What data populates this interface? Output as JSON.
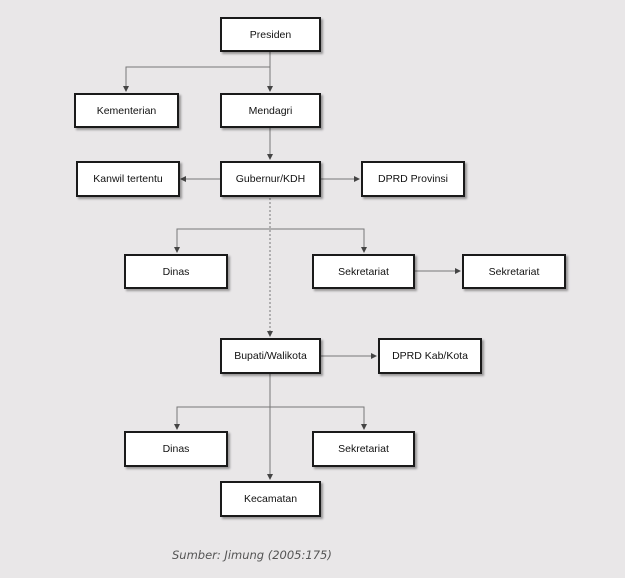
{
  "nodes": {
    "presiden": "Presiden",
    "kementerian": "Kementerian",
    "mendagri": "Mendagri",
    "kanwil": "Kanwil tertentu",
    "gubernur": "Gubernur/KDH",
    "dprd_provinsi": "DPRD Provinsi",
    "dinas_prov": "Dinas",
    "sekretariat_prov": "Sekretariat",
    "sekretariat_prov_2": "Sekretariat",
    "bupati": "Bupati/Walikota",
    "dprd_kab": "DPRD Kab/Kota",
    "dinas_kab": "Dinas",
    "sekretariat_kab": "Sekretariat",
    "kecamatan": "Kecamatan"
  },
  "source": "Sumber: Jimung (2005:175)",
  "colors": {
    "background": "#e9e7e8",
    "box_border": "#1a1a1a",
    "line": "#666666"
  }
}
